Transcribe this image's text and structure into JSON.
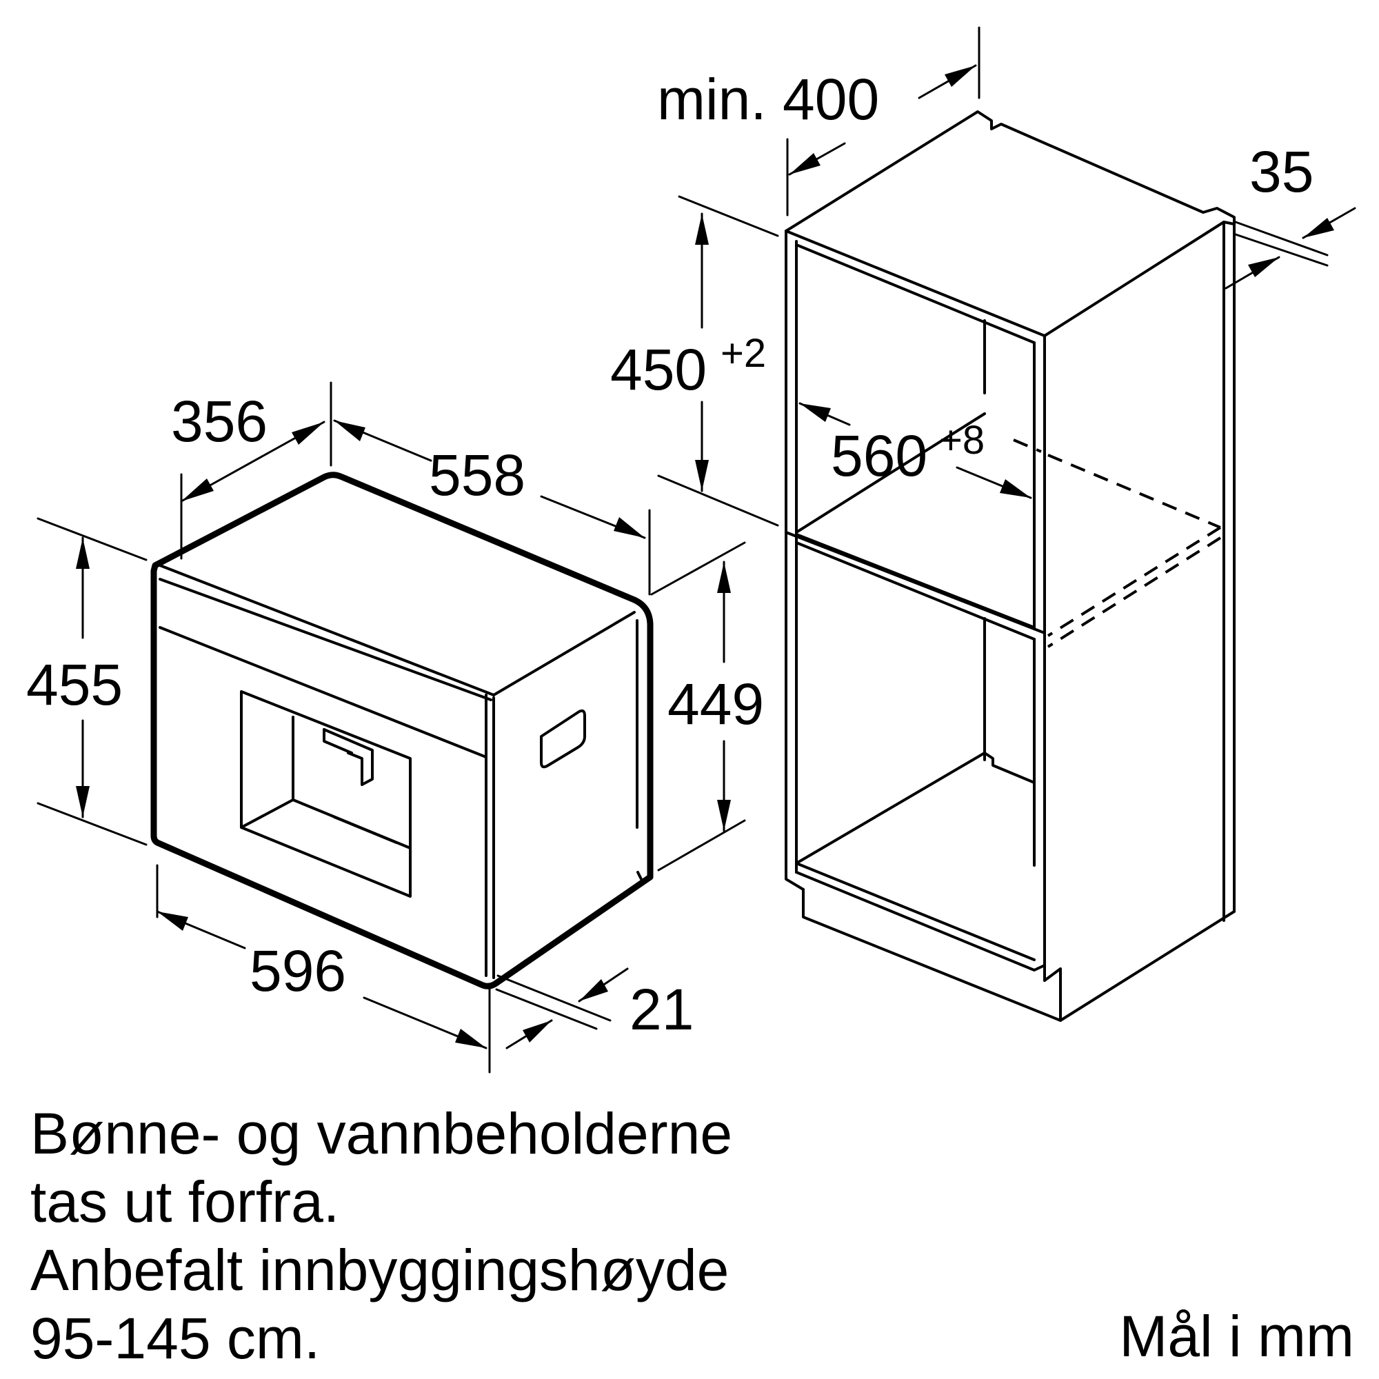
{
  "dimensions": {
    "appliance_depth": "356",
    "appliance_body_depth": "558",
    "appliance_height": "455",
    "appliance_body_height": "449",
    "appliance_width": "596",
    "front_panel_thickness": "21",
    "cabinet_min_depth": "min. 400",
    "cabinet_back_gap": "35",
    "niche_height": "450",
    "niche_height_tolerance": "+2",
    "niche_width": "560",
    "niche_width_tolerance": "+8"
  },
  "notes": [
    "Bønne- og vannbeholderne",
    "tas ut forfra.",
    "Anbefalt innbyggingshøyde",
    "95-145 cm."
  ],
  "unit_label": "Mål i mm"
}
